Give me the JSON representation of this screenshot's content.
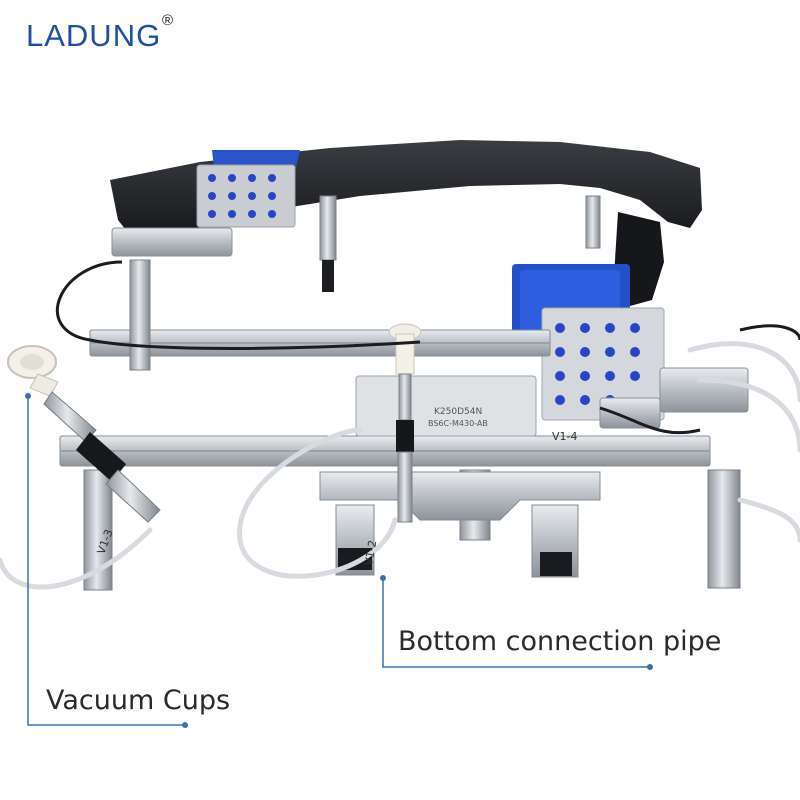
{
  "brand": {
    "logo_text": "LADUNG",
    "registered_mark": "®",
    "accent_color": "#1f4fa0"
  },
  "callouts": {
    "bottom_pipe": "Bottom connection pipe",
    "vacuum_cups": "Vacuum Cups",
    "line_color": "#3b6fb5"
  },
  "part_labels": {
    "tag_left": "V1-3",
    "tag_center": "V1-2",
    "tag_right": "V1-4",
    "plate_line1": "K250D54N",
    "plate_line2": "BS6C-M430-AB"
  }
}
